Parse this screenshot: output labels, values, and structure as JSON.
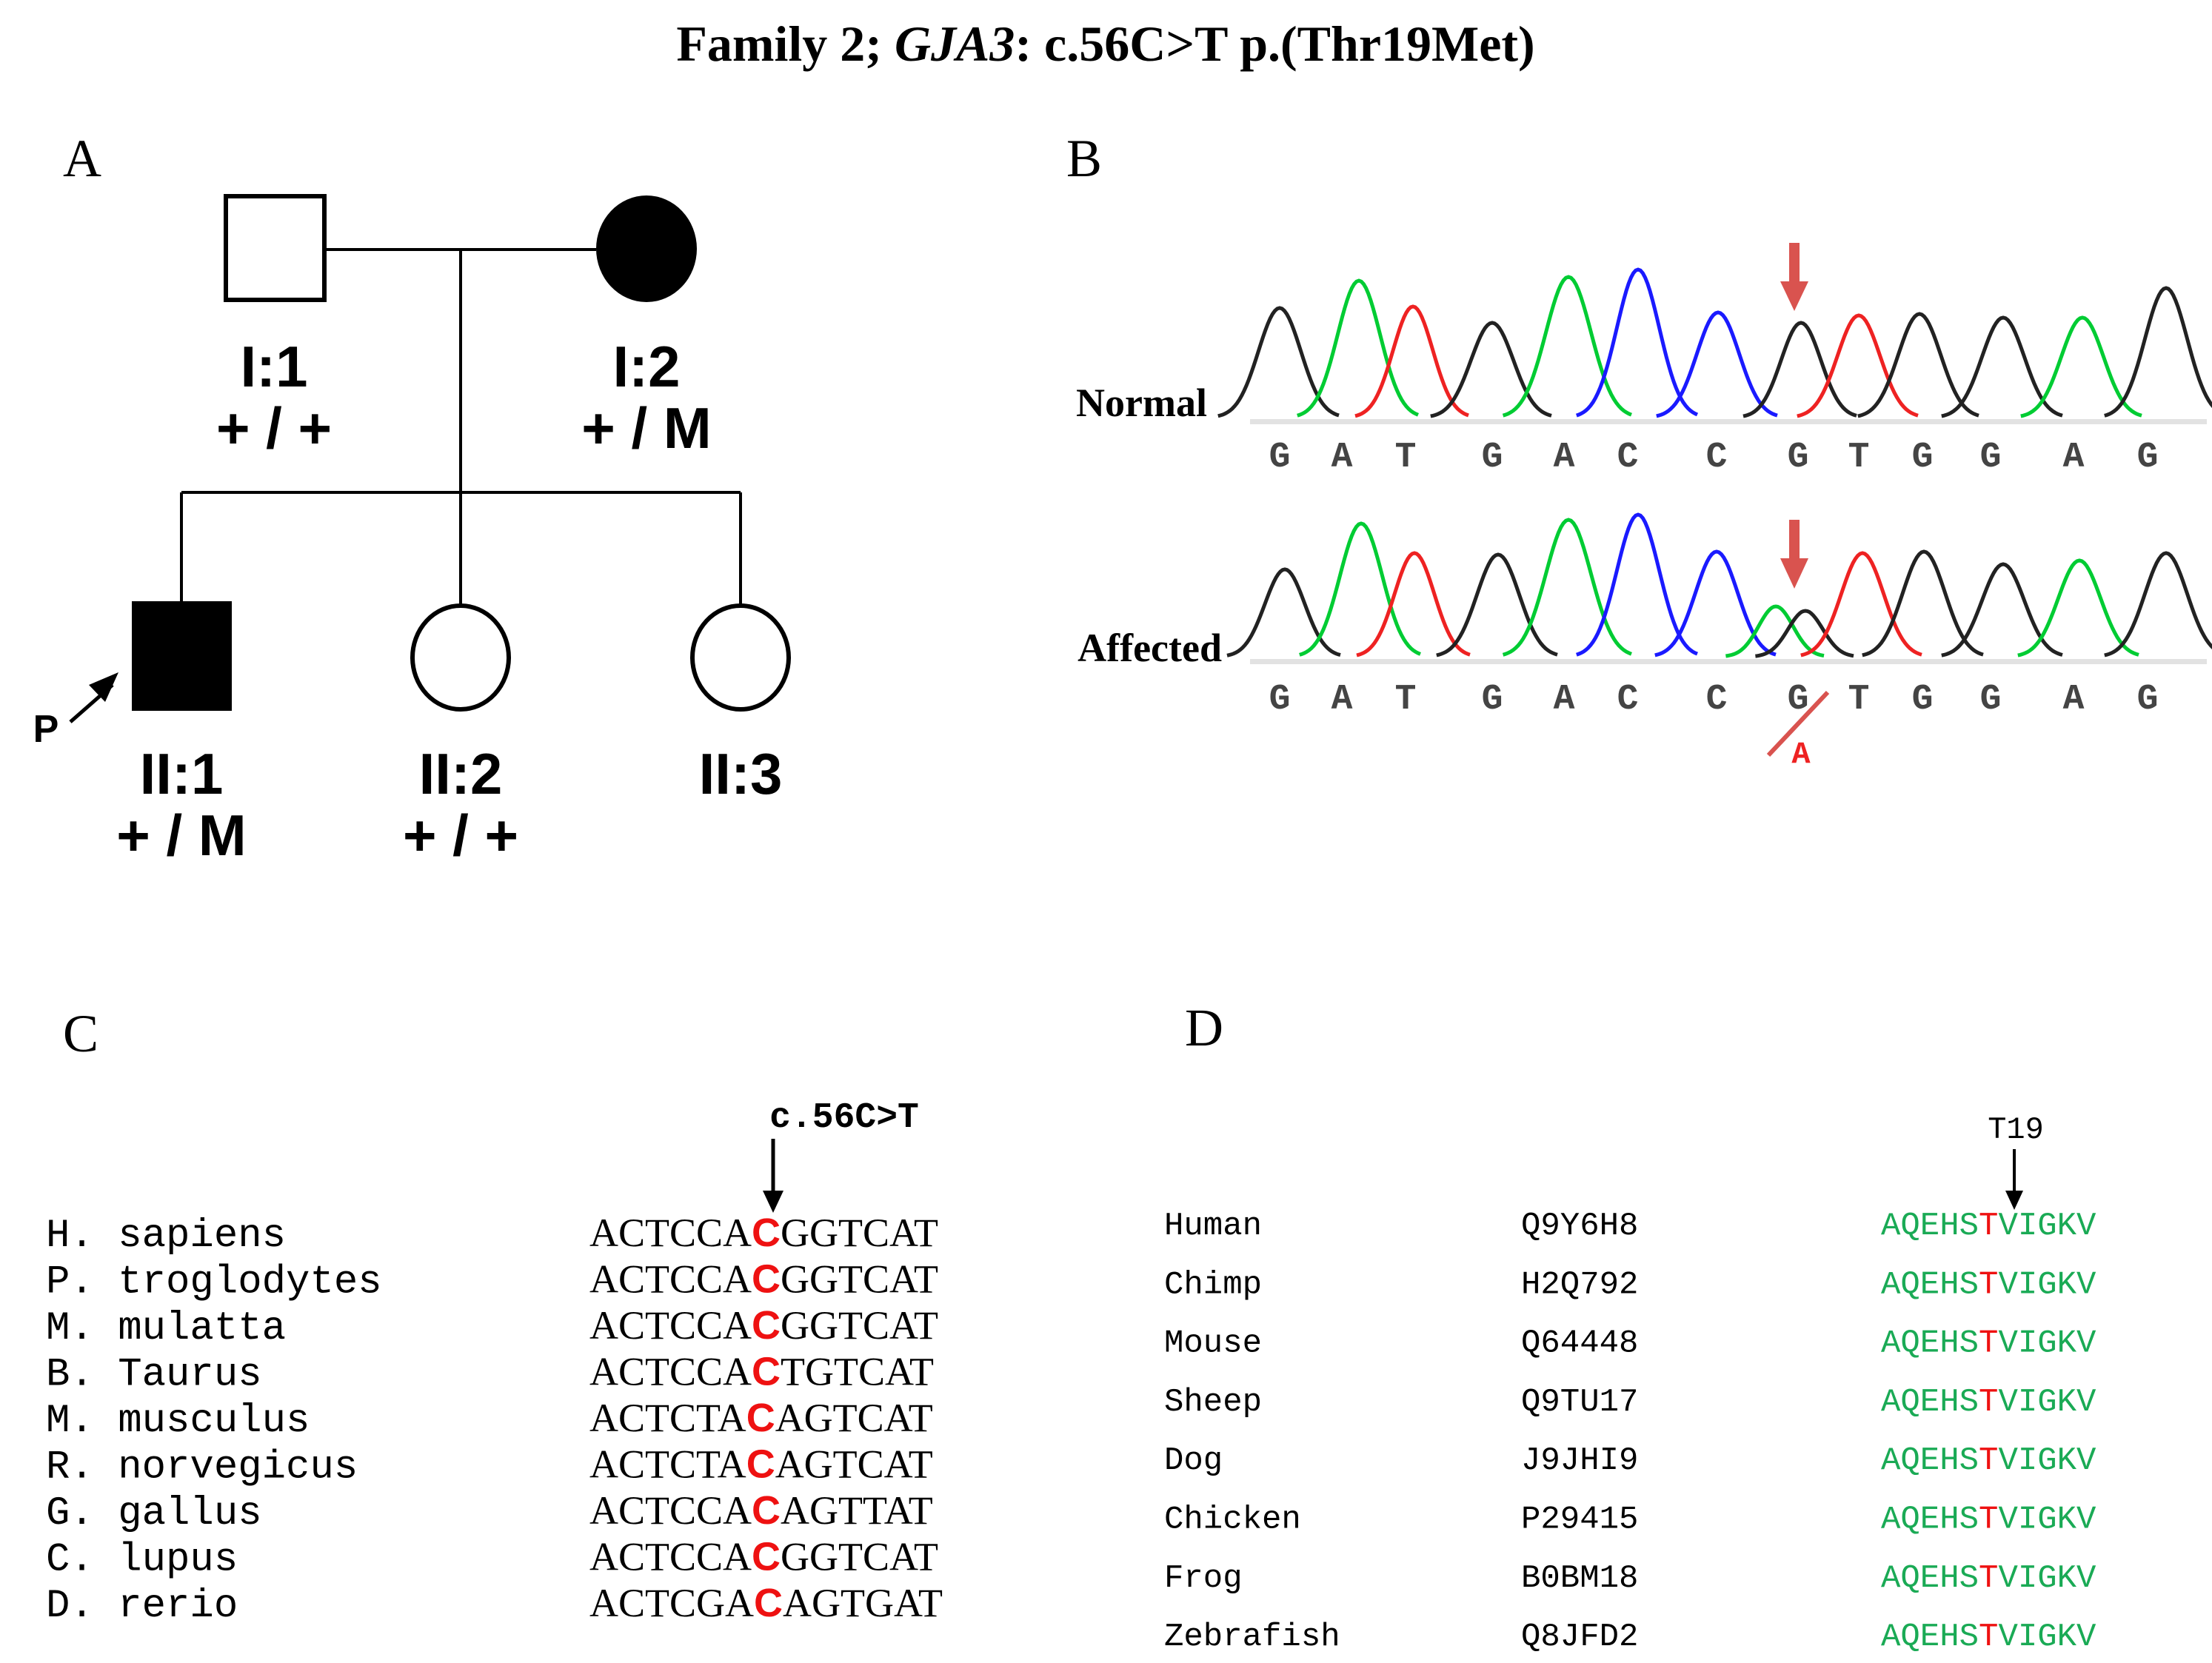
{
  "title": {
    "prefix": "Family 2; ",
    "gene": "GJA3",
    "suffix": ": c.56C>T p.(Thr19Met)"
  },
  "panels": {
    "a": "A",
    "b": "B",
    "c": "C",
    "d": "D"
  },
  "pedigree": {
    "proband_marker": "P",
    "individuals": [
      {
        "id": "I:1",
        "genotype": "+ / +",
        "shape": "square",
        "affected": false
      },
      {
        "id": "I:2",
        "genotype": "+ / M",
        "shape": "circle",
        "affected": true
      },
      {
        "id": "II:1",
        "genotype": "+ / M",
        "shape": "square",
        "affected": true
      },
      {
        "id": "II:2",
        "genotype": "+ / +",
        "shape": "circle",
        "affected": false
      },
      {
        "id": "II:3",
        "genotype": "",
        "shape": "circle",
        "affected": false
      }
    ]
  },
  "chromatogram": {
    "colors": {
      "A": "#00cc33",
      "C": "#1a1aff",
      "G": "#222222",
      "T": "#ee2222",
      "arrow": "#d9534f"
    },
    "tracks": [
      {
        "label": "Normal",
        "bases": [
          "G",
          "A",
          "T",
          "G",
          "A",
          "C",
          "C",
          "G",
          "T",
          "G",
          "G",
          "A",
          "G"
        ]
      },
      {
        "label": "Affected",
        "bases": [
          "G",
          "A",
          "T",
          "G",
          "A",
          "C",
          "C",
          "G",
          "T",
          "G",
          "G",
          "A",
          "G"
        ]
      }
    ],
    "substitution": "A"
  },
  "dna_alignment": {
    "header": "c.56C>T",
    "rows": [
      {
        "species": "H. sapiens",
        "pre": "ACTCCA",
        "mut": "C",
        "post": "GGTCAT"
      },
      {
        "species": "P. troglodytes",
        "pre": "ACTCCA",
        "mut": "C",
        "post": "GGTCAT"
      },
      {
        "species": "M. mulatta",
        "pre": "ACTCCA",
        "mut": "C",
        "post": "GGTCAT"
      },
      {
        "species": "B. Taurus",
        "pre": "ACTCCA",
        "mut": "C",
        "post": "TGTCAT"
      },
      {
        "species": "M. musculus",
        "pre": "ACTCTA",
        "mut": "C",
        "post": "AGTCAT"
      },
      {
        "species": "R. norvegicus",
        "pre": "ACTCTA",
        "mut": "C",
        "post": "AGTCAT"
      },
      {
        "species": "G. gallus",
        "pre": "ACTCCA",
        "mut": "C",
        "post": "AGTTAT"
      },
      {
        "species": "C. lupus",
        "pre": "ACTCCA",
        "mut": "C",
        "post": "GGTCAT"
      },
      {
        "species": "D. rerio",
        "pre": "ACTCGA",
        "mut": "C",
        "post": "AGTGAT"
      }
    ]
  },
  "protein_alignment": {
    "header": "T19",
    "color_conserved": "#1aaa55",
    "color_mut": "#ee1111",
    "rows": [
      {
        "species": "Human",
        "accession": "Q9Y6H8",
        "pre": "AQEHS",
        "mut": "T",
        "post": "VIGKV"
      },
      {
        "species": "Chimp",
        "accession": "H2Q792",
        "pre": "AQEHS",
        "mut": "T",
        "post": "VIGKV"
      },
      {
        "species": "Mouse",
        "accession": "Q64448",
        "pre": "AQEHS",
        "mut": "T",
        "post": "VIGKV"
      },
      {
        "species": "Sheep",
        "accession": "Q9TU17",
        "pre": "AQEHS",
        "mut": "T",
        "post": "VIGKV"
      },
      {
        "species": "Dog",
        "accession": "J9JHI9",
        "pre": "AQEHS",
        "mut": "T",
        "post": "VIGKV"
      },
      {
        "species": "Chicken",
        "accession": "P29415",
        "pre": "AQEHS",
        "mut": "T",
        "post": "VIGKV"
      },
      {
        "species": "Frog",
        "accession": "B0BM18",
        "pre": "AQEHS",
        "mut": "T",
        "post": "VIGKV"
      },
      {
        "species": "Zebrafish",
        "accession": "Q8JFD2",
        "pre": "AQEHS",
        "mut": "T",
        "post": "VIGKV"
      }
    ]
  }
}
